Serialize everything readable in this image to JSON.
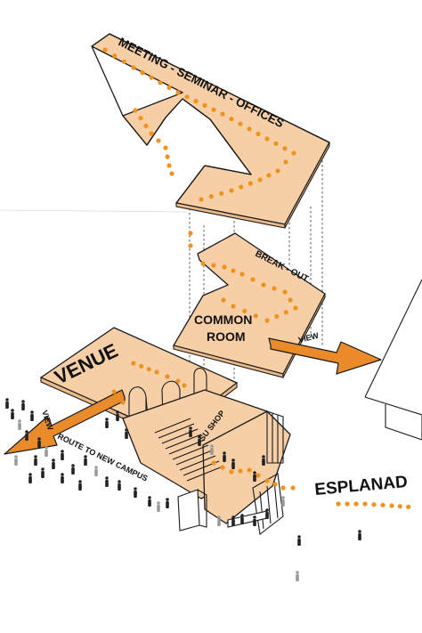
{
  "labels": {
    "meeting": "MEETING - SEMINAR - OFFICES",
    "break_out": "BREAK - OUT",
    "common": "COMMON",
    "room": "ROOM",
    "view_right": "VIEW",
    "venue": "VENUE",
    "view_left": "VIEW",
    "su_shop": "SU SHOP",
    "route": "ROUTE TO NEW CAMPUS",
    "esplanade": "ESPLANAD"
  },
  "colors": {
    "floor_fill": "#f7cfa7",
    "dot": "#f0921e",
    "arrow": "#e98a2b",
    "line": "#1a1a1a"
  },
  "icons": {
    "people": "person-figure",
    "arrows": "direction-arrow"
  }
}
